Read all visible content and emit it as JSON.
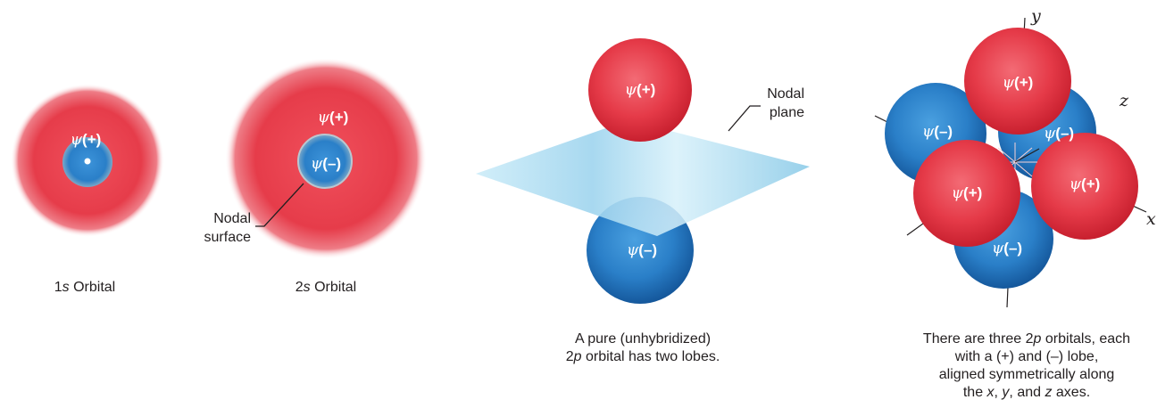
{
  "labels": {
    "psi": "ψ",
    "plus": "(+)",
    "minus": "(–)"
  },
  "annotations": {
    "nodal_surface_line1": "Nodal",
    "nodal_surface_line2": "surface",
    "nodal_plane_line1": "Nodal",
    "nodal_plane_line2": "plane"
  },
  "axes": {
    "x": "x",
    "y": "y",
    "z": "z"
  },
  "captions": {
    "orbital_1s_prefix": "1",
    "orbital_1s_sub": "s",
    "orbital_1s_word": " Orbital",
    "orbital_2s_prefix": "2",
    "orbital_2s_sub": "s",
    "orbital_2s_word": " Orbital",
    "p_line1": "A pure (unhybridized)",
    "p_line2_a": "2",
    "p_line2_b": "p",
    "p_line2_c": " orbital has two lobes.",
    "three_line1_a": "There are three 2",
    "three_line1_b": "p",
    "three_line1_c": " orbitals, each",
    "three_line2": "with a (+) and (–) lobe,",
    "three_line3": "aligned symmetrically along",
    "three_line4_a": "the ",
    "three_line4_b": "x",
    "three_line4_c": ", ",
    "three_line4_d": "y",
    "three_line4_e": ", and ",
    "three_line4_f": "z",
    "three_line4_g": " axes."
  },
  "colors": {
    "positive_lobe": "#e8414d",
    "negative_lobe": "#2a7fc8",
    "nodal_plane": "#a9d9ef"
  }
}
